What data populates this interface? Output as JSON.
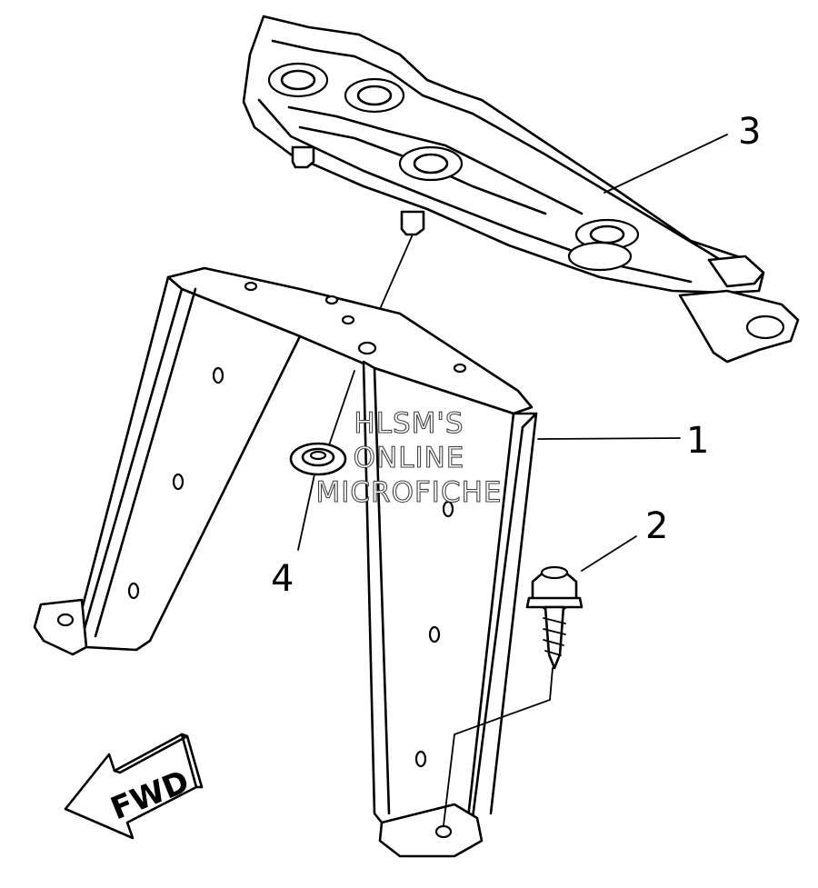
{
  "callouts": [
    {
      "id": "1",
      "label": "1"
    },
    {
      "id": "2",
      "label": "2"
    },
    {
      "id": "3",
      "label": "3"
    },
    {
      "id": "4",
      "label": "4"
    }
  ],
  "direction_arrow": {
    "label": "FWD"
  },
  "watermark": {
    "lines": [
      "HLSM'S",
      "ONLINE",
      "MICROFICHE"
    ]
  }
}
